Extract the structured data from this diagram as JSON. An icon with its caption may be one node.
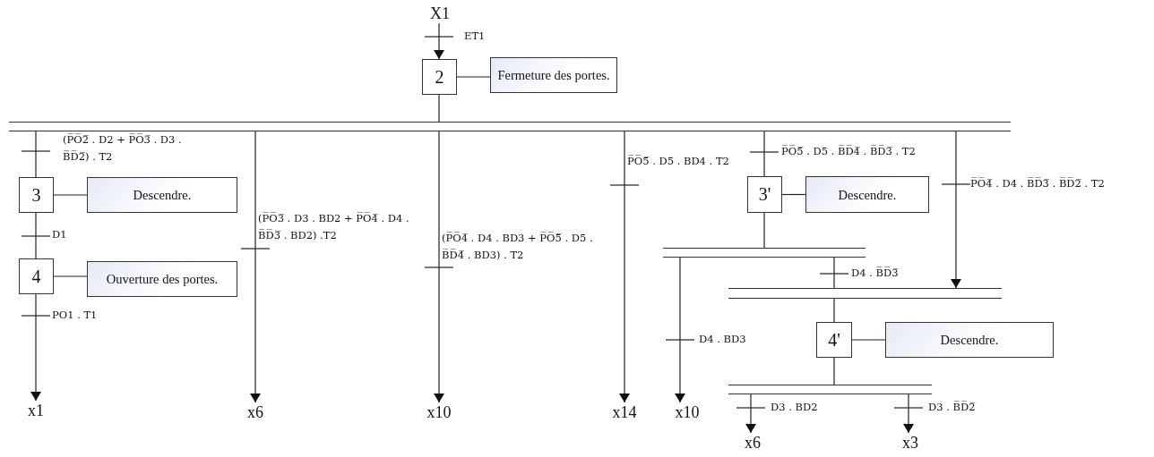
{
  "diagram": {
    "nodes": [
      {
        "text": [
          "X1"
        ]
      },
      {
        "text": [
          "2"
        ]
      },
      {
        "text": [
          "Fermeture des portes."
        ]
      },
      {
        "text": [],
        "shape": "bar"
      },
      {
        "text": [
          "3"
        ]
      },
      {
        "text": [
          "Descendre."
        ]
      },
      {
        "text": [
          "4"
        ]
      },
      {
        "text": [
          "Ouverture des portes."
        ]
      },
      {
        "text": [
          "x1"
        ]
      },
      {
        "text": [
          "x6"
        ]
      },
      {
        "text": [
          "x10"
        ]
      },
      {
        "text": [
          "x14"
        ]
      },
      {
        "text": [
          "3'"
        ]
      },
      {
        "text": [
          "Descendre."
        ]
      },
      {
        "text": [],
        "shape": "bar"
      },
      {
        "text": [
          "x10"
        ]
      },
      {
        "text": [],
        "shape": "bar"
      },
      {
        "text": [
          "4'"
        ]
      },
      {
        "text": [
          "Descendre."
        ]
      },
      {
        "text": [],
        "shape": "bar"
      },
      {
        "text": [
          "x6"
        ]
      },
      {
        "text": [
          "x3"
        ]
      }
    ],
    "edges": [
      {
        "from": 0,
        "to": 1,
        "arrow": "to",
        "label": "ET1"
      },
      {
        "from": 1,
        "to": 2,
        "arrow": "none"
      },
      {
        "from": 1,
        "to": 3,
        "arrow": "none"
      },
      {
        "from": 3,
        "to": 4,
        "arrow": "none",
        "label": "(P̅O̅2̅ . D2 + P̅O̅3̅ . D3 . B̅D̅2̅) . T2"
      },
      {
        "from": 4,
        "to": 5,
        "arrow": "none"
      },
      {
        "from": 4,
        "to": 6,
        "arrow": "none",
        "label": "D1"
      },
      {
        "from": 6,
        "to": 7,
        "arrow": "none"
      },
      {
        "from": 6,
        "to": 8,
        "arrow": "to",
        "label": "PO1 . T1"
      },
      {
        "from": 3,
        "to": 9,
        "arrow": "to",
        "label": "(P̅O̅3̅ . D3 . BD2 + P̅O̅4̅ . D4 . B̅D̅3̅ . BD2) .T2"
      },
      {
        "from": 3,
        "to": 10,
        "arrow": "to",
        "label": "(P̅O̅4̅ . D4 . BD3 + P̅O̅5̅ . D5 . B̅D̅4̅ . BD3) . T2"
      },
      {
        "from": 3,
        "to": 11,
        "arrow": "to",
        "label": "P̅O̅5̅ . D5 . BD4 . T2"
      },
      {
        "from": 3,
        "to": 12,
        "arrow": "none",
        "label": "P̅O̅5̅ . D5 . B̅D̅4̅ . B̅D̅3̅ . T2"
      },
      {
        "from": 12,
        "to": 13,
        "arrow": "none"
      },
      {
        "from": 3,
        "to": 16,
        "arrow": "to",
        "label": "P̅O̅4̅ . D4 . B̅D̅3̅ . B̅D̅2̅ . T2"
      },
      {
        "from": 12,
        "to": 14,
        "arrow": "none"
      },
      {
        "from": 14,
        "to": 15,
        "arrow": "to",
        "label": "D4 . BD3"
      },
      {
        "from": 14,
        "to": 16,
        "arrow": "none",
        "label": "D4 . B̅D̅3̅"
      },
      {
        "from": 16,
        "to": 17,
        "arrow": "none"
      },
      {
        "from": 17,
        "to": 18,
        "arrow": "none"
      },
      {
        "from": 17,
        "to": 19,
        "arrow": "none"
      },
      {
        "from": 19,
        "to": 20,
        "arrow": "to",
        "label": "D3 . BD2"
      },
      {
        "from": 19,
        "to": 21,
        "arrow": "to",
        "label": "D3 . B̅D̅2̅"
      }
    ]
  }
}
